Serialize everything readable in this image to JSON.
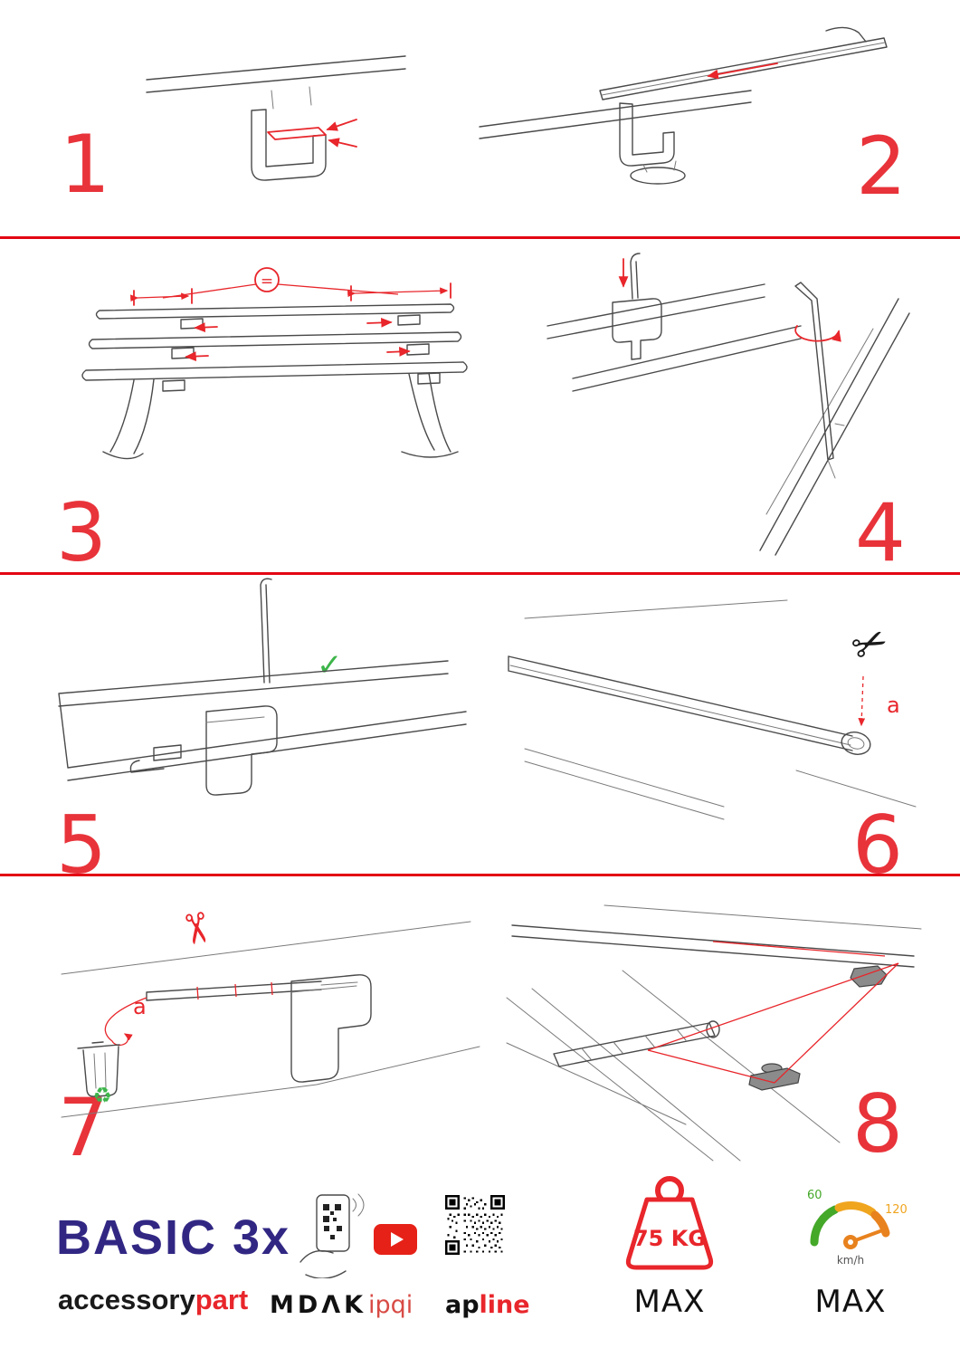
{
  "page": {
    "background": "#ffffff",
    "accent_red": "#e8262b",
    "divider_red": "#e30613",
    "line_gray": "#4a4a4a",
    "green": "#3db54a",
    "brand_blue": "#312783"
  },
  "icons": {
    "scissors": "✂",
    "recycle": "♻",
    "check": "✓"
  },
  "steps": {
    "s1": {
      "number": "1"
    },
    "s2": {
      "number": "2"
    },
    "s3": {
      "number": "3",
      "equal_label": "="
    },
    "s4": {
      "number": "4"
    },
    "s5": {
      "number": "5"
    },
    "s6": {
      "number": "6",
      "part_label": "a"
    },
    "s7": {
      "number": "7",
      "part_label": "a"
    },
    "s8": {
      "number": "8"
    }
  },
  "footer": {
    "product_name": "BASIC 3x",
    "brand_primary": "accessory",
    "brand_secondary": "part",
    "logo_mdak": "MDΛK",
    "logo_ipqi": "ipqi",
    "logo_apline_prefix": "ap",
    "logo_apline_suffix": "line",
    "weight_limit": "75 KG",
    "weight_max_label": "MAX",
    "speed_tick_low": "60",
    "speed_tick_high": "120",
    "speed_unit": "km/h",
    "speed_max_label": "MAX"
  }
}
